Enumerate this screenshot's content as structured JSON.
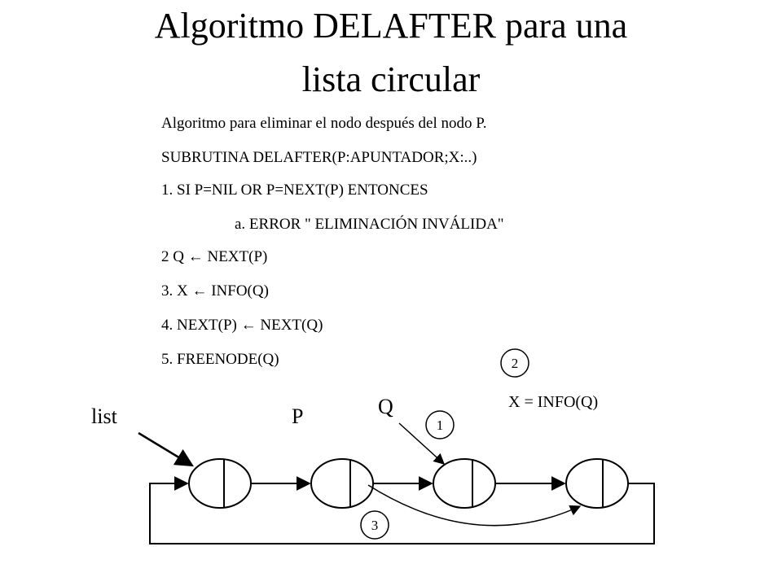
{
  "title": {
    "line1": "Algoritmo DELAFTER para una",
    "line2": "lista circular"
  },
  "algorithm": {
    "lines": [
      "Algoritmo para eliminar el nodo después del nodo P.",
      "SUBRUTINA DELAFTER(P:APUNTADOR;X:..)",
      "1. SI P=NIL OR P=NEXT(P) ENTONCES",
      "a. ERROR \" ELIMINACIÓN INVÁLIDA\"",
      "2 Q ← NEXT(P)",
      "3. X ← INFO(Q)",
      "4. NEXT(P) ← NEXT(Q)",
      "5. FREENODE(Q)"
    ]
  },
  "diagram": {
    "labels": {
      "list": "list",
      "p": "P",
      "q": "Q",
      "x_info": "X = INFO(Q)"
    },
    "steps": [
      "1",
      "2",
      "3"
    ],
    "node_count": 4
  }
}
